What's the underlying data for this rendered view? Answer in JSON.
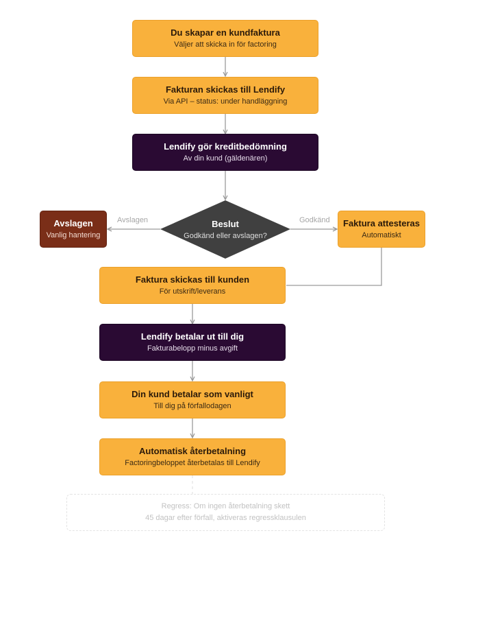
{
  "colors": {
    "orange": "#f9b13c",
    "purple": "#2a0a33",
    "rust": "#7a2e18",
    "decision": "#404040",
    "edge": "#9a9a9a",
    "edge_label": "#a6a6a6",
    "note_text": "#c2c2c2"
  },
  "nodes": {
    "create_invoice": {
      "title": "Du skapar en kundfaktura",
      "subtitle": "Väljer att skicka in för factoring"
    },
    "send_to_lendify": {
      "title": "Fakturan skickas till Lendify",
      "subtitle": "Via API – status: under handläggning"
    },
    "credit_check": {
      "title": "Lendify gör kreditbedömning",
      "subtitle": "Av din kund (gäldenären)"
    },
    "decision": {
      "title": "Beslut",
      "subtitle": "Godkänd eller avslagen?"
    },
    "rejected": {
      "title": "Avslagen",
      "subtitle": "Vanlig hantering"
    },
    "approved": {
      "title": "Faktura attesteras",
      "subtitle": "Automatiskt"
    },
    "send_to_customer": {
      "title": "Faktura skickas till kunden",
      "subtitle": "För utskrift/leverans"
    },
    "payout": {
      "title": "Lendify betalar ut till dig",
      "subtitle": "Fakturabelopp minus avgift"
    },
    "customer_pays": {
      "title": "Din kund betalar som vanligt",
      "subtitle": "Till dig på förfallodagen"
    },
    "repayment": {
      "title": "Automatisk återbetalning",
      "subtitle": "Factoringbeloppet återbetalas till Lendify"
    }
  },
  "edge_labels": {
    "rejected": "Avslagen",
    "approved": "Godkänd"
  },
  "note": {
    "line1": "Regress: Om ingen återbetalning skett",
    "line2": "45 dagar efter förfall, aktiveras regressklausulen"
  }
}
